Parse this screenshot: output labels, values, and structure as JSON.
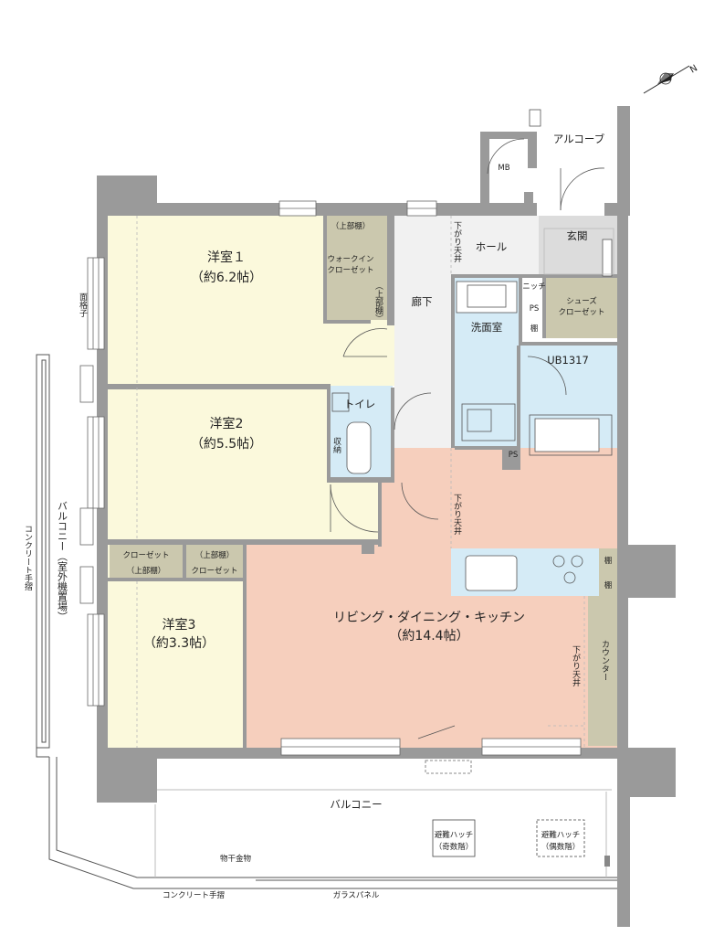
{
  "compass": {
    "north_label": "N"
  },
  "rooms": {
    "western1": {
      "name": "洋室１",
      "size": "（約6.2帖）"
    },
    "western2": {
      "name": "洋室2",
      "size": "（約5.5帖）"
    },
    "western3": {
      "name": "洋室3",
      "size": "（約3.3帖）"
    },
    "ldk": {
      "name": "リビング・ダイニング・キッチン",
      "size": "（約14.4帖）"
    },
    "walkin": {
      "line1": "ウォークイン",
      "line2": "クローゼット",
      "top": "（上部棚）",
      "side": "（上部棚）"
    },
    "toilet": {
      "name": "トイレ",
      "storage": "収納"
    },
    "corridor": {
      "name": "廊下"
    },
    "hall": {
      "name": "ホール"
    },
    "entrance": {
      "name": "玄関"
    },
    "washroom": {
      "name": "洗面室"
    },
    "bath": {
      "name": "UB1317"
    },
    "shoes": {
      "line1": "シューズ",
      "line2": "クローゼット"
    },
    "niche": {
      "name": "ニッチ"
    },
    "ps_top": {
      "name": "PS"
    },
    "shelf_top": {
      "name": "棚"
    },
    "ps_bottom": {
      "name": "PS"
    },
    "mb": {
      "name": "MB"
    },
    "alcove": {
      "name": "アルコーブ"
    },
    "closet3a": {
      "name": "クローゼット",
      "sub": "（上部棚）"
    },
    "closet3b": {
      "top": "（上部棚）",
      "name": "クローゼット"
    },
    "counter": {
      "name": "カウンター"
    },
    "shelf_k1": {
      "name": "棚"
    },
    "shelf_k2": {
      "name": "棚"
    }
  },
  "annotations": {
    "lowered_ceiling_1": "下がり天井",
    "lowered_ceiling_2": "下がり天井",
    "lowered_ceiling_3": "下がり天井",
    "window_grille": "面格子",
    "balcony_side": "バルコニー（室外機置場）",
    "concrete_rail_side": "コンクリート手摺",
    "balcony_bottom": "バルコニー",
    "hatch_odd_1": "避難ハッチ",
    "hatch_odd_2": "（奇数階）",
    "hatch_even_1": "避難ハッチ",
    "hatch_even_2": "（偶数階）",
    "laundry_rod": "物干金物",
    "concrete_rail_bottom": "コンクリート手摺",
    "glass_panel": "ガラスパネル"
  },
  "colors": {
    "wall": "#9a9a9a",
    "bedroom": "#fbf9dc",
    "ldk": "#f6cfbd",
    "wet": "#d5ebf6",
    "storage": "#cbc8ae",
    "corridor": "#f1f1f1",
    "entrance": "#dcdcdc"
  }
}
